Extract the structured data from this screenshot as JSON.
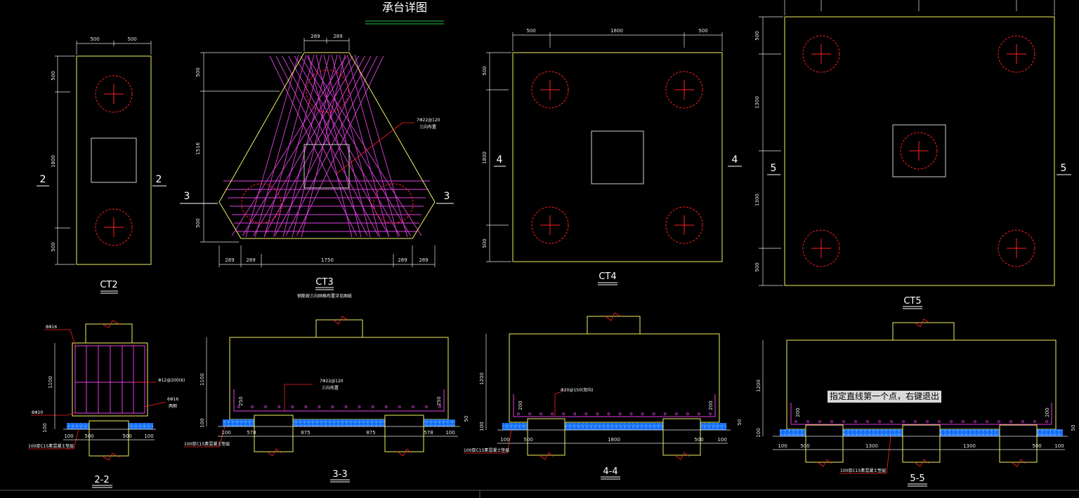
{
  "drawing": {
    "title": "承台详图",
    "tooltip": "指定直线第一个点，右键退出",
    "colors": {
      "background": "#000000",
      "outline": "#f0f060",
      "pile": "#ff2020",
      "rebar": "#e040e0",
      "dimension": "#e6e6e6",
      "cushion": "#1e78ff",
      "leader": "#ff2020"
    }
  },
  "plans": {
    "ct2": {
      "label": "CT2",
      "dims_top": [
        "500",
        "500"
      ],
      "dims_left": [
        "500",
        "1800",
        "500"
      ],
      "section_marks": [
        "2",
        "2"
      ]
    },
    "ct3": {
      "label": "CT3",
      "note": "钢筋按三向网格布置详见图纸",
      "rebar_note": "7Φ22@120",
      "rebar_note2": "三向布置",
      "dims_top": [
        "289",
        "289"
      ],
      "dims_left": [
        "500",
        "1516",
        "500"
      ],
      "dims_bottom": [
        "289",
        "289",
        "1750",
        "289",
        "289"
      ],
      "section_marks": [
        "3",
        "3"
      ]
    },
    "ct4": {
      "label": "CT4",
      "dims_top": [
        "500",
        "1800",
        "500"
      ],
      "dims_left": [
        "500",
        "1800",
        "500"
      ],
      "section_marks": [
        "4",
        "4"
      ]
    },
    "ct5": {
      "label": "CT5",
      "dims_left": [
        "500",
        "1300",
        "1300",
        "500"
      ],
      "section_marks": [
        "5",
        "5"
      ]
    }
  },
  "sections": {
    "s22": {
      "label": "2-2",
      "rebar_top": "8Φ16",
      "rebar_mid": "Φ12@200(6)",
      "rebar_side": "6Φ16",
      "rebar_side2": "两侧",
      "rebar_bot": "8Φ20",
      "height": "1100",
      "base": "100",
      "dims_bottom": [
        "100",
        "500",
        "500",
        "100"
      ],
      "cushion_note": "100厚C15素混凝土垫层"
    },
    "s33": {
      "label": "3-3",
      "rebar_note": "7Φ22@120",
      "rebar_note2": "三向布置",
      "height": "1100",
      "cover": "250",
      "base": "100",
      "pile_embed": "50",
      "dims_bottom": [
        "100",
        "578",
        "875",
        "875",
        "578",
        "100"
      ],
      "cushion_note": "100厚C15素混凝土垫层"
    },
    "s44": {
      "label": "4-4",
      "rebar_note": "Φ20@150(双向)",
      "height": "1200",
      "cover": "200",
      "base": "100",
      "pile_embed": "50",
      "dims_bottom": [
        "100",
        "500",
        "1800",
        "500",
        "100"
      ],
      "cushion_note": "100厚C15素混凝土垫层"
    },
    "s55": {
      "label": "5-5",
      "height": "1200",
      "cover": "200",
      "base": "100",
      "pile_embed": "50",
      "dims_bottom": [
        "100",
        "500",
        "1300",
        "1300",
        "500",
        "100"
      ],
      "cushion_note": "100厚C15素混凝土垫层"
    }
  }
}
